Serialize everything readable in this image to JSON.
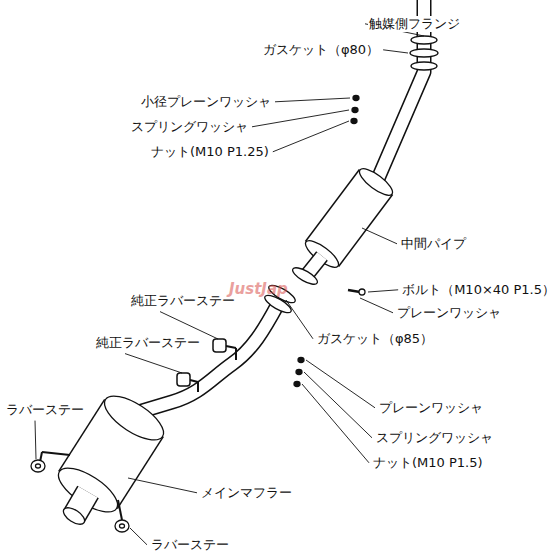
{
  "diagram": {
    "labels": [
      "触媒側フランジ",
      "ガスケット（φ80）",
      "小径プレーンワッシャ",
      "スプリングワッシャ",
      "ナット(M10 P1.25)",
      "中間パイプ",
      "ボルト（M10×40 P1.5）",
      "プレーンワッシャ",
      "ガスケット（φ85）",
      "純正ラバーステー",
      "純正ラバーステー",
      "ラバーステー",
      "プレーンワッシャ",
      "スプリングワッシャ",
      "ナット(M10 P1.5)",
      "メインマフラー",
      "ラバーステー",
      "JustJap"
    ]
  }
}
